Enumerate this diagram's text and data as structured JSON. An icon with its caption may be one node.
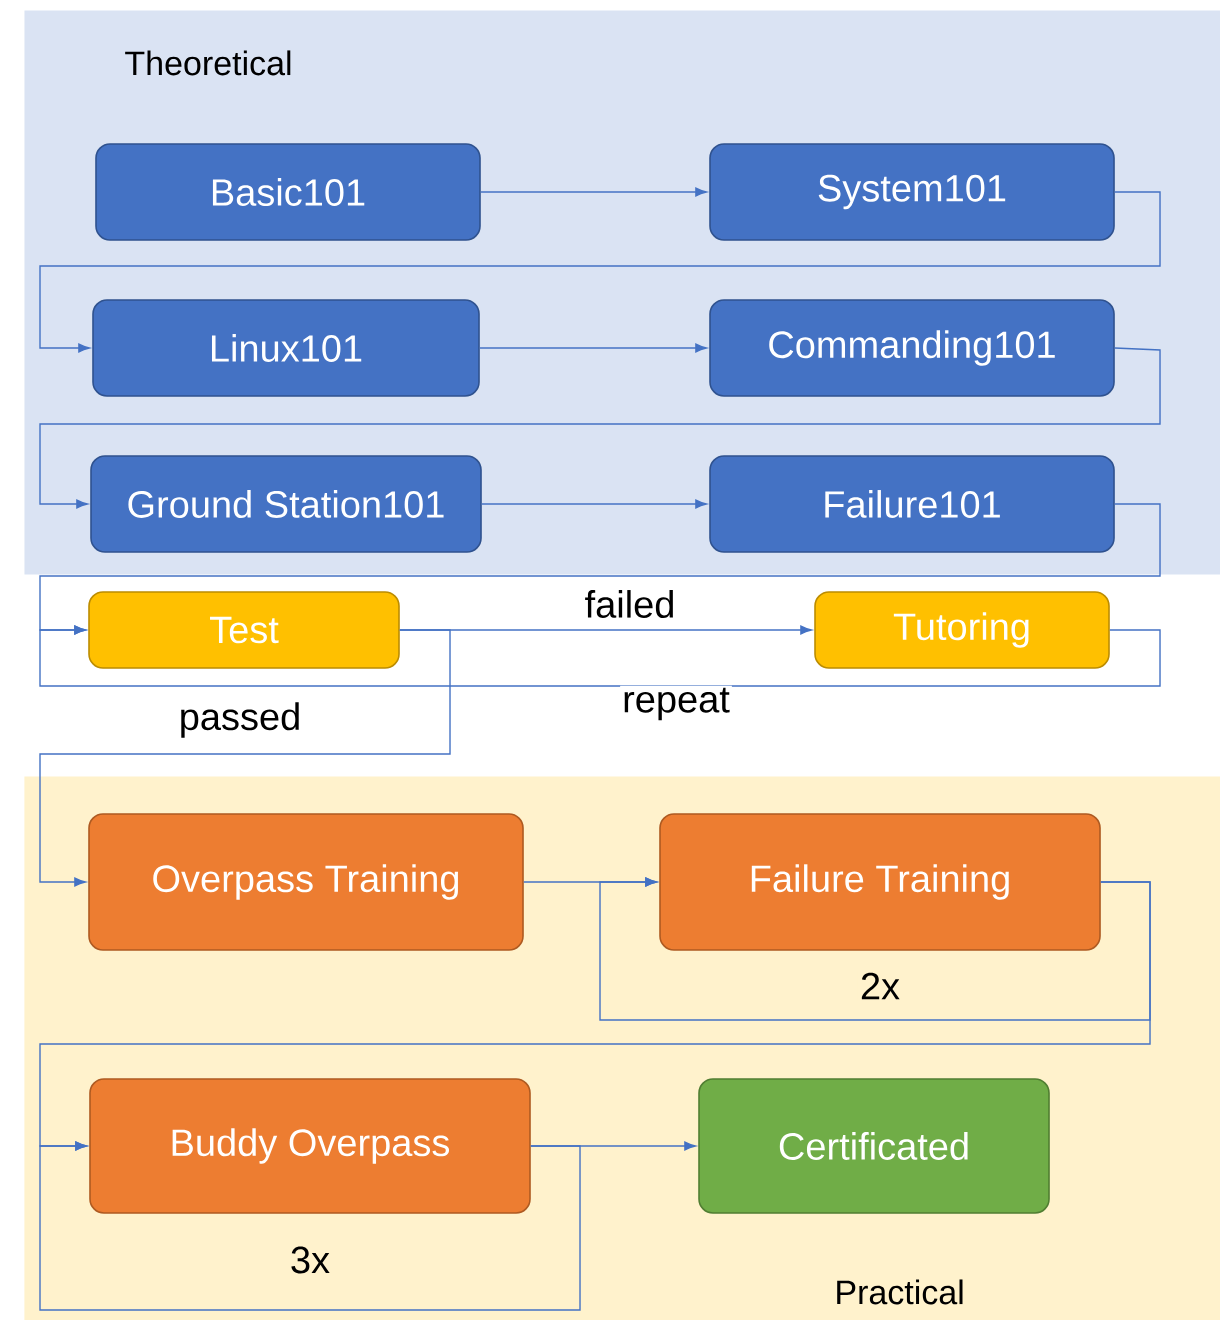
{
  "diagram": {
    "nodes": [
      {
        "text": [
          "Theoretical"
        ]
      },
      {
        "text": [
          "Basic101"
        ],
        "in": 0
      },
      {
        "text": [
          "System101"
        ],
        "in": 0
      },
      {
        "text": [
          "Linux101"
        ],
        "in": 0
      },
      {
        "text": [
          "Commanding101"
        ],
        "in": 0
      },
      {
        "text": [
          "Ground Station101"
        ],
        "in": 0
      },
      {
        "text": [
          "Failure101"
        ],
        "in": 0
      },
      {
        "text": [
          "Test"
        ]
      },
      {
        "text": [
          "Tutoring"
        ]
      },
      {
        "text": [
          "Practical"
        ]
      },
      {
        "text": [
          "Overpass Training"
        ],
        "in": 9
      },
      {
        "text": [
          "Failure Training"
        ],
        "in": 9
      },
      {
        "text": [
          "Buddy Overpass"
        ],
        "in": 9
      },
      {
        "text": [
          "Certificated"
        ],
        "in": 9
      }
    ],
    "edges": [
      {
        "from": 1,
        "to": 2,
        "arrow": "to"
      },
      {
        "from": 2,
        "to": 3,
        "arrow": "to"
      },
      {
        "from": 3,
        "to": 4,
        "arrow": "to"
      },
      {
        "from": 4,
        "to": 5,
        "arrow": "to"
      },
      {
        "from": 5,
        "to": 6,
        "arrow": "to"
      },
      {
        "from": 6,
        "to": 7,
        "arrow": "to"
      },
      {
        "from": 7,
        "to": 8,
        "arrow": "to",
        "label": "failed"
      },
      {
        "from": 8,
        "to": 7,
        "arrow": "to",
        "label": "repeat"
      },
      {
        "from": 7,
        "to": 10,
        "arrow": "to",
        "label": "passed"
      },
      {
        "from": 10,
        "to": 11,
        "arrow": "to"
      },
      {
        "from": 11,
        "to": 11,
        "arrow": "to",
        "label": "2x"
      },
      {
        "from": 11,
        "to": 12,
        "arrow": "to"
      },
      {
        "from": 12,
        "to": 13,
        "arrow": "to"
      },
      {
        "from": 12,
        "to": 12,
        "arrow": "to",
        "label": "3x"
      }
    ]
  }
}
